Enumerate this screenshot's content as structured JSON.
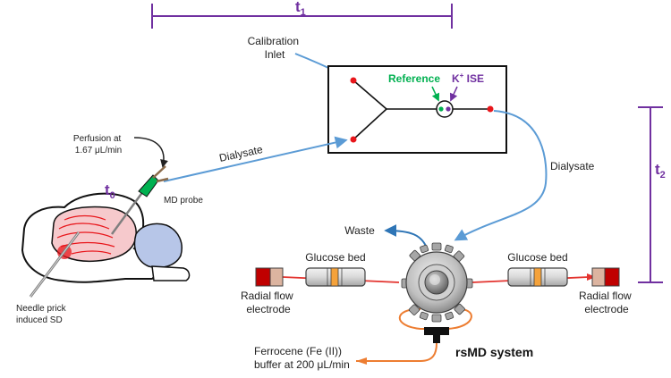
{
  "timing": {
    "t1_main": "t",
    "t1_sub": "1",
    "t2_main": "t",
    "t2_sub": "2",
    "t0_main": "t",
    "t0_sub": "0"
  },
  "labels": {
    "calibration_inlet_line1": "Calibration",
    "calibration_inlet_line2": "Inlet",
    "reference": "Reference",
    "kise_k": "K",
    "kise_plus": "+",
    "kise_rest": " ISE",
    "dialysate_left": "Dialysate",
    "dialysate_right": "Dialysate",
    "perfusion_line1": "Perfusion at",
    "perfusion_line2": "1.67 μL/min",
    "md_probe": "MD probe",
    "needle_line1": "Needle prick",
    "needle_line2": "induced SD",
    "waste": "Waste",
    "glucose_bed_left": "Glucose bed",
    "glucose_bed_right": "Glucose bed",
    "radial_left_line1": "Radial flow",
    "radial_left_line2": "electrode",
    "radial_right_line1": "Radial flow",
    "radial_right_line2": "electrode",
    "ferrocene_line1": "Ferrocene (Fe (II))",
    "ferrocene_line2": "buffer at 200 μL/min",
    "rsmd_system": "rsMD system"
  },
  "colors": {
    "timing_purple": "#7030a0",
    "reference_green": "#00b050",
    "kise_purple": "#7030a0",
    "flow_blue": "#5b9bd5",
    "waste_blue": "#2e75b6",
    "tube_red": "#e3342f",
    "buffer_orange": "#ed7d31",
    "dot_red": "#e8161b",
    "brain_pink": "#f6c9cc",
    "cerebellum_blue": "#b7c6e8"
  }
}
